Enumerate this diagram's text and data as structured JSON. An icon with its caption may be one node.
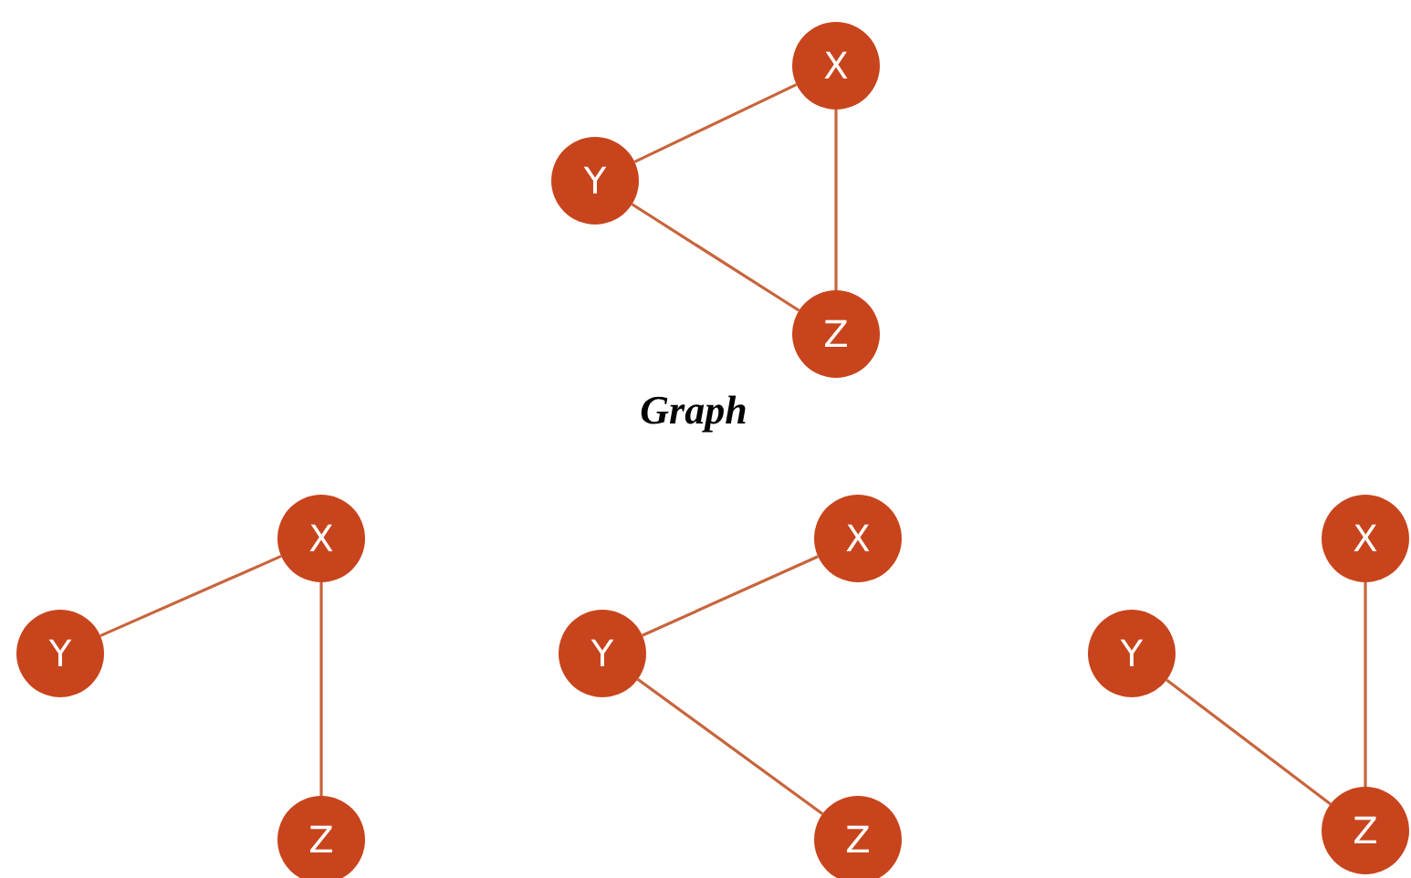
{
  "diagram": {
    "caption": "Graph",
    "nodes": [
      {
        "text": [
          "X"
        ]
      },
      {
        "text": [
          "Y"
        ]
      },
      {
        "text": [
          "Z"
        ]
      },
      {
        "text": [
          "X"
        ]
      },
      {
        "text": [
          "Y"
        ]
      },
      {
        "text": [
          "Z"
        ]
      },
      {
        "text": [
          "X"
        ]
      },
      {
        "text": [
          "Y"
        ]
      },
      {
        "text": [
          "Z"
        ]
      },
      {
        "text": [
          "X"
        ]
      },
      {
        "text": [
          "Y"
        ]
      },
      {
        "text": [
          "Z"
        ]
      }
    ],
    "edges": [
      {
        "from": 1,
        "to": 0,
        "arrow": "none"
      },
      {
        "from": 0,
        "to": 2,
        "arrow": "none"
      },
      {
        "from": 1,
        "to": 2,
        "arrow": "none"
      },
      {
        "from": 4,
        "to": 3,
        "arrow": "none"
      },
      {
        "from": 3,
        "to": 5,
        "arrow": "none"
      },
      {
        "from": 7,
        "to": 6,
        "arrow": "none"
      },
      {
        "from": 7,
        "to": 8,
        "arrow": "none"
      },
      {
        "from": 9,
        "to": 11,
        "arrow": "none"
      },
      {
        "from": 10,
        "to": 11,
        "arrow": "none"
      }
    ]
  }
}
